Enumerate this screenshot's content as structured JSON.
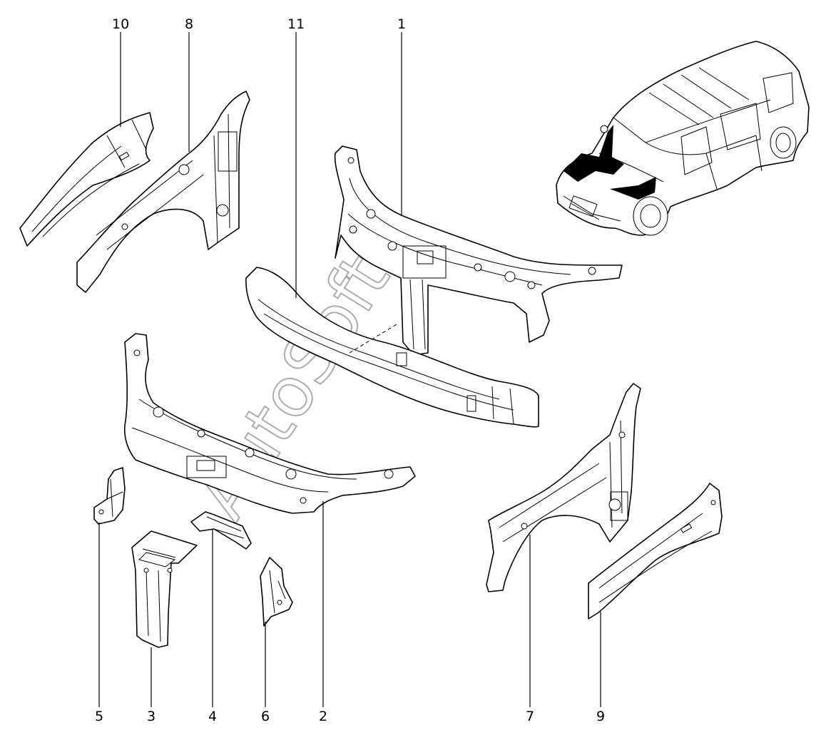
{
  "callouts": {
    "c1": "1",
    "c2": "2",
    "c3": "3",
    "c4": "4",
    "c5": "5",
    "c6": "6",
    "c7": "7",
    "c8": "8",
    "c9": "9",
    "c10": "10",
    "c11": "11"
  },
  "watermark": "AutoSoft",
  "colors": {
    "line": "#000000",
    "background": "#ffffff",
    "watermark": "#8a8a8a"
  }
}
